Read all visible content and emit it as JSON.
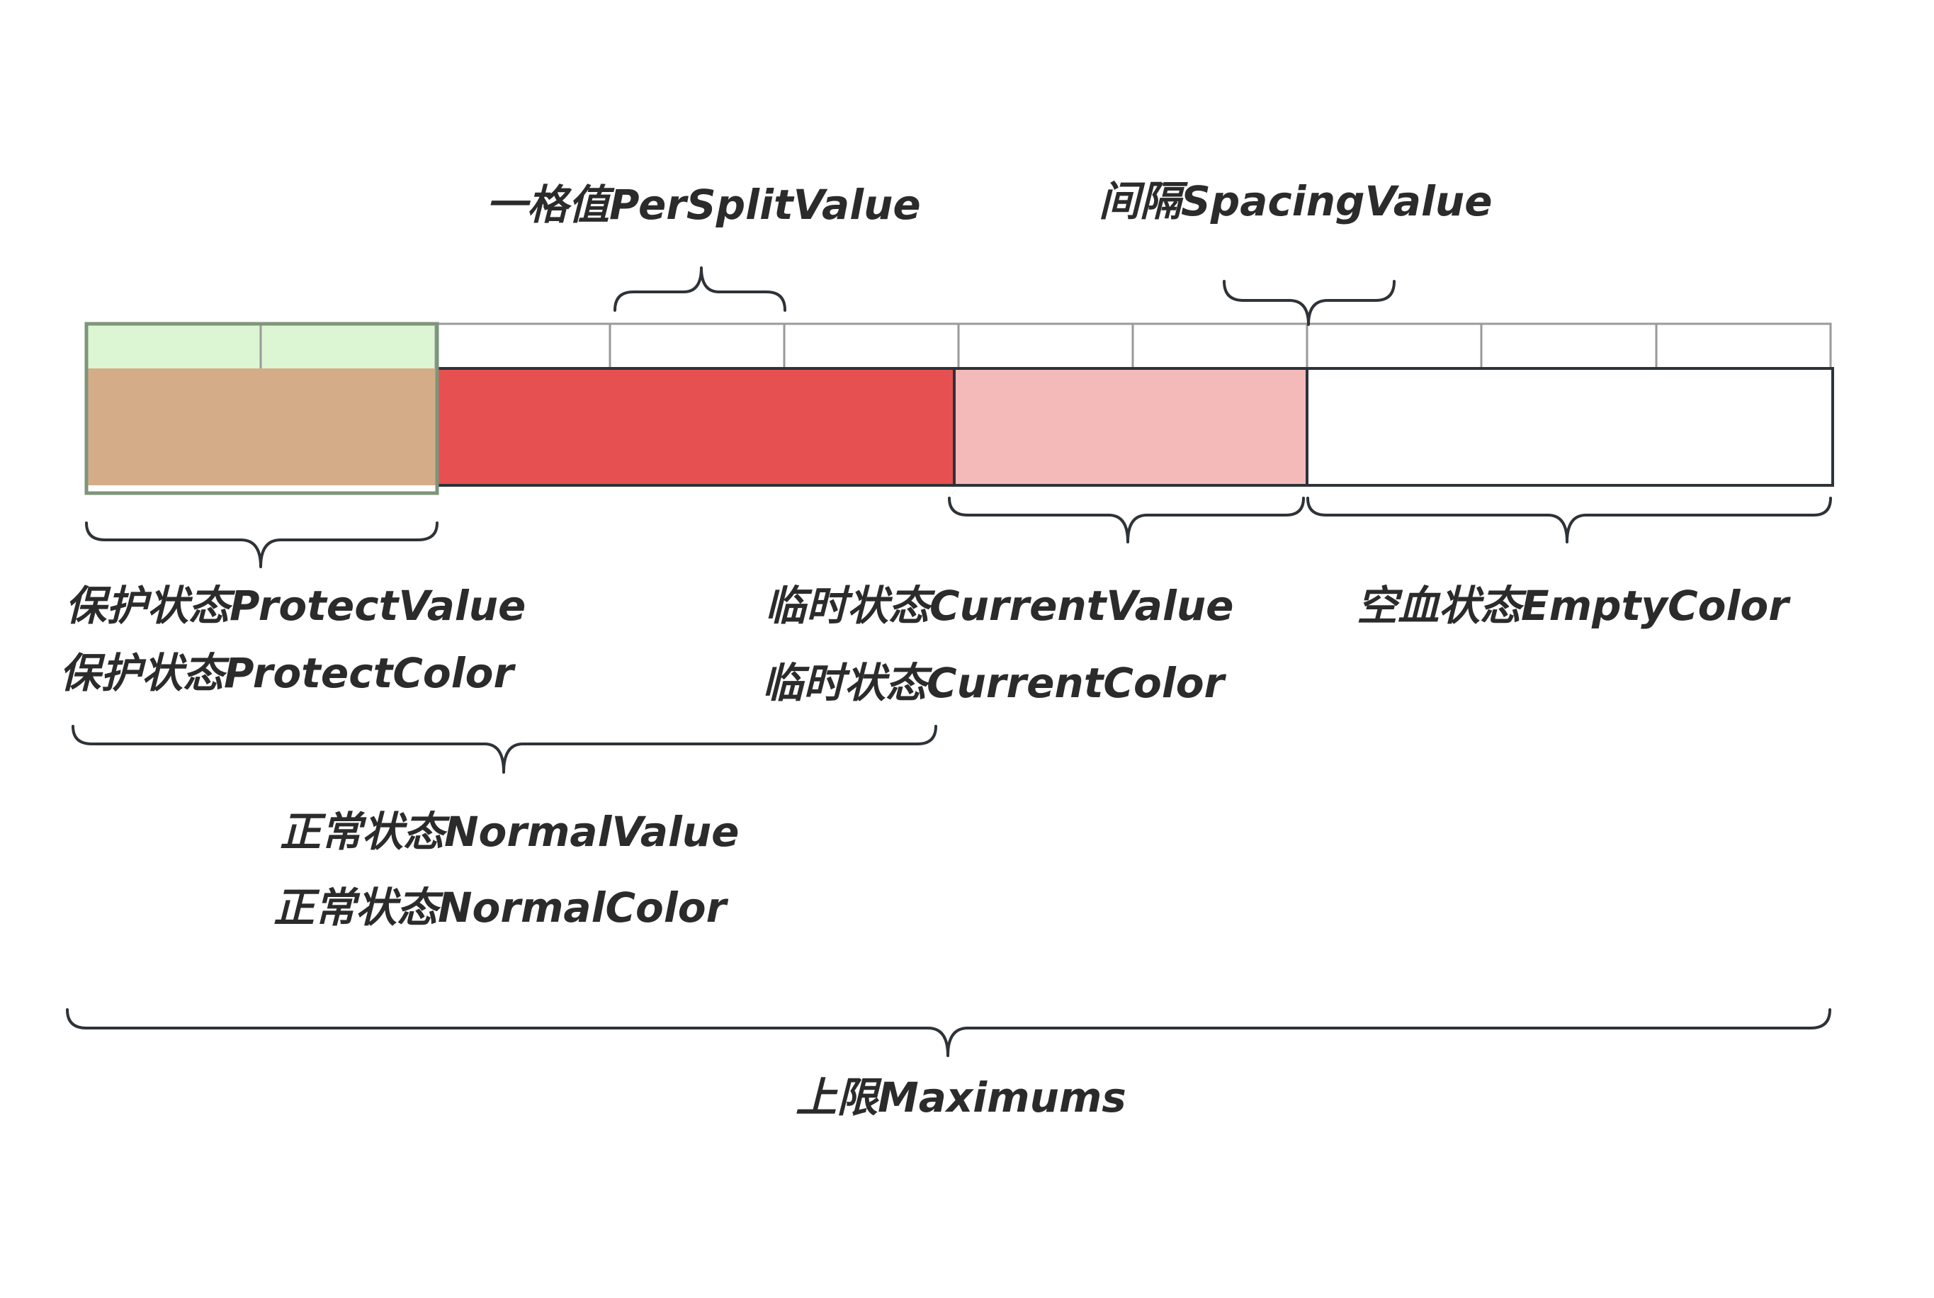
{
  "labels": {
    "per_split": "一格值PerSplitValue",
    "spacing": "间隔SpacingValue",
    "protect_value": "保护状态ProtectValue",
    "protect_color": "保护状态ProtectColor",
    "current_value": "临时状态CurrentValue",
    "current_color": "临时状态CurrentColor",
    "empty_color": "空血状态EmptyColor",
    "normal_value": "正常状态NormalValue",
    "normal_color": "正常状态NormalColor",
    "maximums": "上限Maximums"
  },
  "bar": {
    "split_count": 10,
    "protect_splits": 2,
    "normal_end_split": 5,
    "current_end_split": 7
  },
  "colors": {
    "protect_fill": "#d4ad88",
    "protect_cells": "#dcf5d2",
    "protect_border": "#7e957a",
    "normal_fill": "#e65050",
    "current_fill": "#f4b9b9",
    "empty_fill": "#ffffff",
    "outline": "#2d3338",
    "grid_line": "#9a9a9a",
    "text": "#2b2b2b"
  }
}
